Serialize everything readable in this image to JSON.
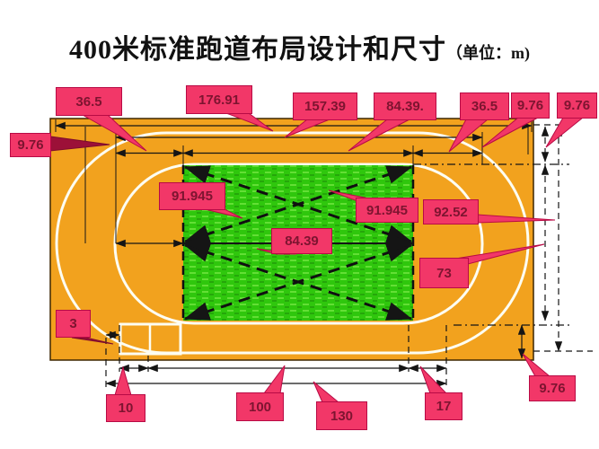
{
  "title": {
    "main": "400米标准跑道布局设计和尺寸",
    "unit": "（单位：m)"
  },
  "labels": {
    "radius_left": "36.5",
    "overall_length": "176.91",
    "inner_length": "157.39",
    "straight_top": "84.39.",
    "radius_right": "36.5",
    "lane_width_top_1": "9.76",
    "lane_width_top_2": "9.76",
    "lane_width_left": "9.76",
    "diagonal_left": "91.945",
    "diagonal_right": "91.945",
    "overall_width": "92.52",
    "straight_center": "84.39",
    "field_width": "73",
    "offset_3": "3",
    "seg_10": "10",
    "seg_100": "100",
    "seg_130": "130",
    "seg_17": "17",
    "lane_width_bottom": "9.76"
  },
  "colors": {
    "track_orange": "#f2a21e",
    "field_green": "#2fc70d",
    "label_pink": "#f23768",
    "label_text": "#7d1430",
    "line_black": "#151515",
    "lane_line_white": "#fdfdf2"
  }
}
